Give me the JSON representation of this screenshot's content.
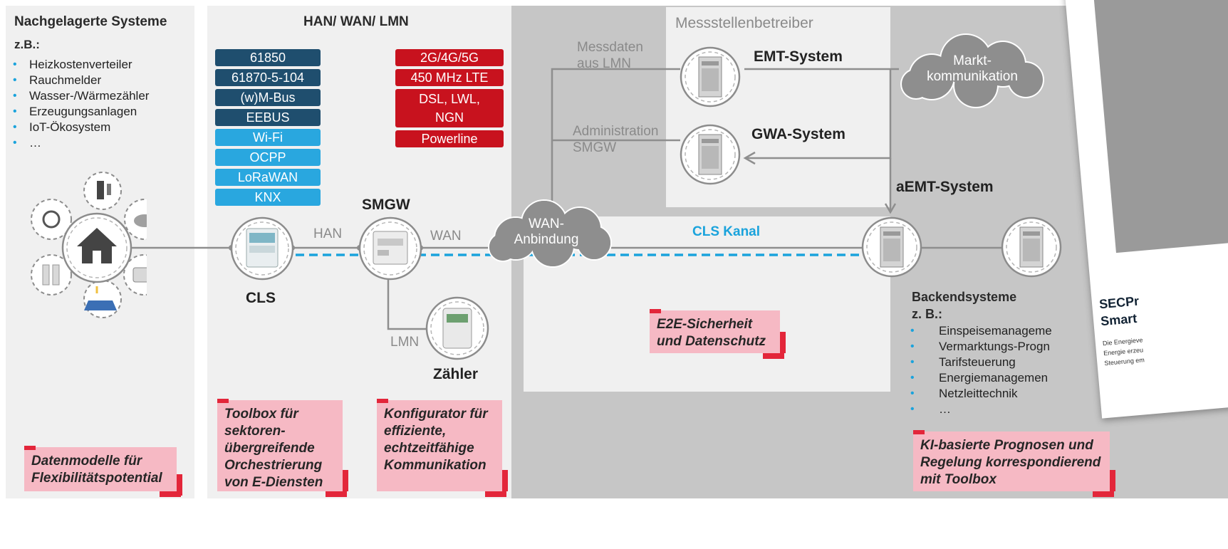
{
  "left": {
    "title": "Nachgelagerte Systeme",
    "sub": "z.B.:",
    "items": [
      "Heizkostenverteiler",
      "Rauchmelder",
      "Wasser-/Wärmezähler",
      "Erzeugungsanlagen",
      "IoT-Ökosystem",
      "…"
    ],
    "note": "Datenmodelle für Flexibilitätspotential"
  },
  "han": {
    "title": "HAN/ WAN/ LMN",
    "protocols_dark": [
      "61850",
      "61870-5-104",
      "(w)M-Bus",
      "EEBUS"
    ],
    "protocols_light": [
      "Wi-Fi",
      "OCPP",
      "LoRaWAN",
      "KNX"
    ],
    "wan_red": [
      "2G/4G/5G",
      "450 MHz LTE",
      "DSL, LWL, NGN",
      "Powerline"
    ],
    "smgw": "SMGW",
    "cls": "CLS",
    "han_label": "HAN",
    "wan_label": "WAN",
    "lmn_label": "LMN",
    "meter": "Zähler",
    "note_toolbox": "Toolbox für sektoren-übergreifende Orchestrierung von E-Diensten",
    "note_konfig": "Konfigurator für effiziente, echtzeitfähige Kommunikation"
  },
  "center": {
    "msb": "Messstellenbetreiber",
    "messdaten": "Messdaten aus LMN",
    "administration": "Administration SMGW",
    "emt": "EMT-System",
    "gwa": "GWA-System",
    "aemt": "aEMT-System",
    "markt": "Markt-kommunikation",
    "wan_anbindung": "WAN-Anbindung",
    "cls_kanal": "CLS Kanal",
    "e2e": "E2E-Sicherheit und Datenschutz"
  },
  "right": {
    "backend_title": "Backendsysteme",
    "backend_sub": "z. B.:",
    "items": [
      "Einspeisemanageme",
      "Vermarktungs-Progn",
      "Tarifsteuerung",
      "Energiemanagemen",
      "Netzleittechnik",
      "…"
    ],
    "note": "KI-basierte Prognosen und Regelung korrespondierend mit Toolbox",
    "paper_title1": "SECPr",
    "paper_title2": "Smart",
    "paper_line1": "Die Energieve",
    "paper_line2": "Energie erzeu",
    "paper_line3": "Steuerung em"
  },
  "colors": {
    "accent_blue": "#1aa3dc",
    "accent_red": "#e3263a",
    "note_pink": "#f6b9c4",
    "panel_grey": "#c6c6c6"
  }
}
